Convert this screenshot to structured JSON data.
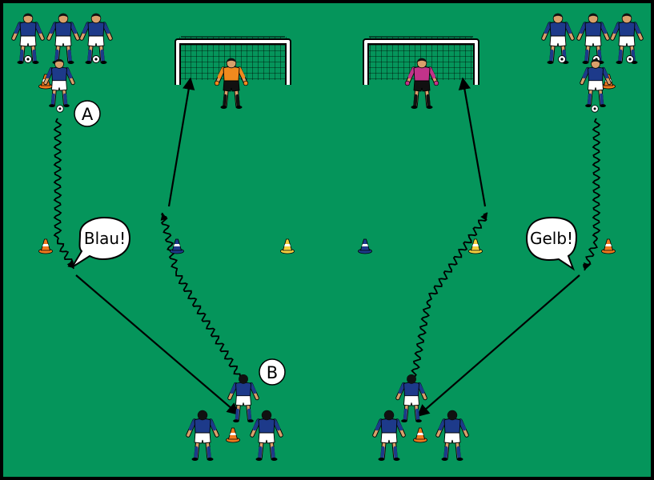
{
  "labels": {
    "player_a": "A",
    "player_b": "B",
    "call_left": "Blau!",
    "call_right": "Gelb!"
  },
  "colors": {
    "pitch": "#05955b",
    "border": "#000000",
    "jersey": "#1d3a8a",
    "shorts": "#ffffff",
    "skin": "#d9a06b",
    "hair": "#111111",
    "keeper_left": "#f08a1e",
    "keeper_right": "#c2338a",
    "cone_orange": "#f07a1e",
    "cone_yellow": "#f4d03f",
    "cone_blue": "#1d3a8a",
    "cone_stripe": "#ffffff"
  },
  "icons": {
    "player": "soccer-player-icon",
    "goalkeeper": "goalkeeper-icon",
    "goal": "goal-net-icon",
    "cone": "training-cone-icon",
    "ball": "soccer-ball-icon"
  }
}
